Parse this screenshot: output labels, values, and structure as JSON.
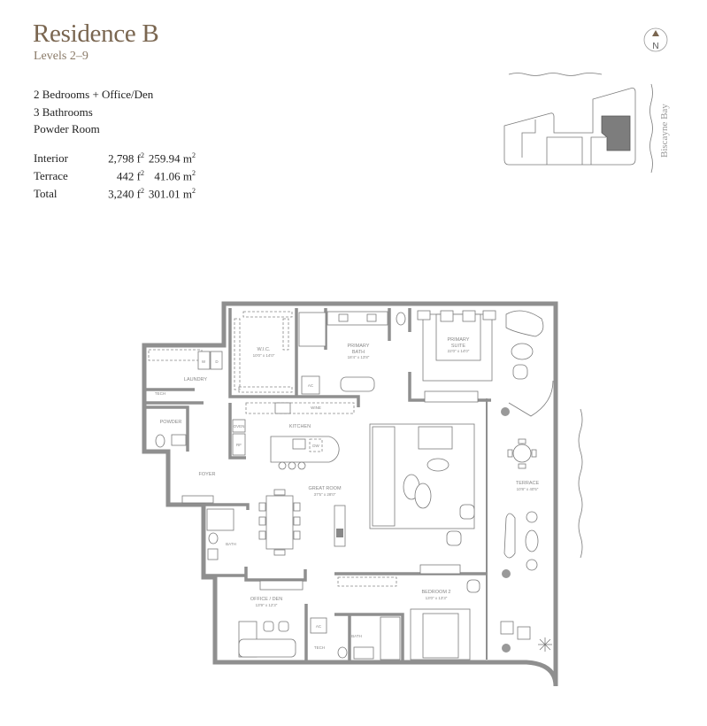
{
  "header": {
    "title": "Residence B",
    "levels": "Levels 2–9"
  },
  "features": [
    "2 Bedrooms + Office/Den",
    "3 Bathrooms",
    "Powder Room"
  ],
  "areas": [
    {
      "label": "Interior",
      "sqft": "2,798 f",
      "sqm": "259.94 m"
    },
    {
      "label": "Terrace",
      "sqft": "442 f",
      "sqm": "41.06 m"
    },
    {
      "label": "Total",
      "sqft": "3,240 f",
      "sqm": "301.01 m"
    }
  ],
  "unit_sup": "2",
  "compass": {
    "label": "N",
    "icon": "north-arrow-icon"
  },
  "keyplan": {
    "water_label": "Biscayne Bay",
    "highlight_color": "#7d7d7d"
  },
  "rooms": {
    "wic": {
      "name": "W.I.C.",
      "dim": "10'0\" x 14'0\""
    },
    "primary_bath": {
      "name": "PRIMARY",
      "name2": "BATH",
      "dim": "18'4\" x 13'8\""
    },
    "primary_suite": {
      "name": "PRIMARY",
      "name2": "SUITE",
      "dim": "22'0\" x 14'0\""
    },
    "laundry": {
      "name": "LAUNDRY"
    },
    "washer": "W",
    "dryer": "D",
    "tech1": "TECH",
    "powder": "POWDER",
    "foyer": "FOYER",
    "ac1": "AC",
    "kitchen": "KITCHEN",
    "oven": "OVEN",
    "rf": "RF",
    "dw": "DW",
    "wine": "WINE",
    "great_room": {
      "name": "GREAT ROOM",
      "dim": "37'5\" x 28'0\""
    },
    "terrace": {
      "name": "TERRACE",
      "dim": "10'8\" x 40'5\""
    },
    "bath1": "BATH",
    "office": {
      "name": "OFFICE / DEN",
      "dim": "13'9\" x 12'3\""
    },
    "bedroom2": {
      "name": "BEDROOM 2",
      "dim": "13'0\" x 13'3\""
    },
    "ac2": "AC",
    "tech2": "TECH",
    "bath2": "BATH"
  }
}
